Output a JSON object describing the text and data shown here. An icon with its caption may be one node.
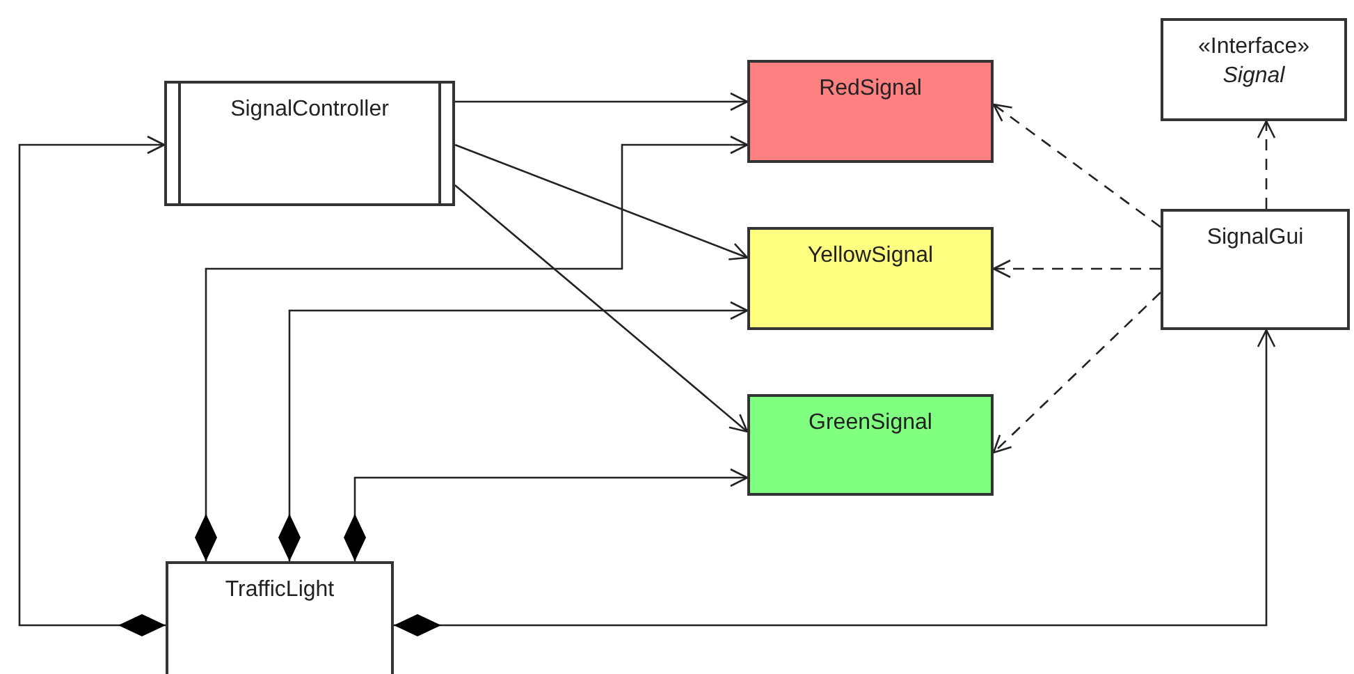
{
  "diagram": {
    "nodes": [
      {
        "text": [
          "SignalController"
        ]
      },
      {
        "text": [
          "RedSignal"
        ]
      },
      {
        "text": [
          "YellowSignal"
        ]
      },
      {
        "text": [
          "GreenSignal"
        ]
      },
      {
        "text": [
          "«Interface»",
          "Signal"
        ]
      },
      {
        "text": [
          "SignalGui"
        ]
      },
      {
        "text": [
          "TrafficLight"
        ]
      }
    ],
    "edges": [
      {
        "from": 0,
        "to": 1,
        "arrow": "to"
      },
      {
        "from": 0,
        "to": 2,
        "arrow": "to"
      },
      {
        "from": 0,
        "to": 3,
        "arrow": "to"
      },
      {
        "from": 6,
        "to": 1,
        "arrow": "to"
      },
      {
        "from": 6,
        "to": 2,
        "arrow": "to"
      },
      {
        "from": 6,
        "to": 3,
        "arrow": "to"
      },
      {
        "from": 6,
        "to": 0,
        "arrow": "to"
      },
      {
        "from": 6,
        "to": 5,
        "arrow": "to"
      },
      {
        "from": 5,
        "to": 1,
        "arrow": "to",
        "style": "dashed"
      },
      {
        "from": 5,
        "to": 2,
        "arrow": "to",
        "style": "dashed"
      },
      {
        "from": 5,
        "to": 3,
        "arrow": "to",
        "style": "dashed"
      },
      {
        "from": 5,
        "to": 4,
        "arrow": "to",
        "style": "dashed"
      }
    ]
  }
}
